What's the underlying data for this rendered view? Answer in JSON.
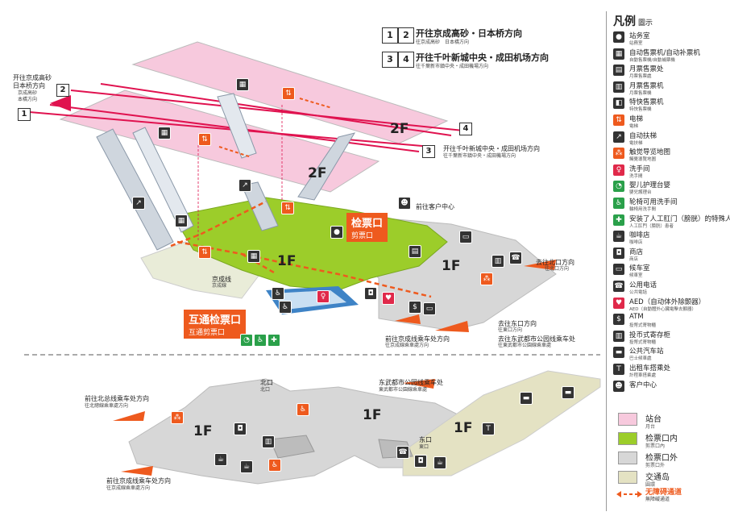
{
  "routes": {
    "r12": {
      "n1": "1",
      "n2": "2",
      "title": "开往京成高砂・日本桥方向",
      "sub": "往京成高砂　日本橋方向"
    },
    "r34": {
      "n1": "3",
      "n2": "4",
      "title": "开往千叶新城中央・成田机场方向",
      "sub": "往千葉新市鎮中央・成田機場方向"
    },
    "left_dir": {
      "l1": "开往京成高砂",
      "l2": "日本桥方向",
      "l3": "京成高砂",
      "l4": "本橋方向"
    },
    "right_dir": {
      "l1": "开往千叶新城中央・成田机场方向",
      "l2": "往千葉新市鎮中央・成田機場方向"
    },
    "track_left_1": "1",
    "track_left_2": "2",
    "track_right_3": "3",
    "track_right_4": "4"
  },
  "map": {
    "floor_2f_a": "2F",
    "floor_2f_b": "2F",
    "floor_1f_a": "1F",
    "floor_1f_b": "1F",
    "floor_1f_c": "1F",
    "floor_1f_d": "1F",
    "floor_1f_e": "1F",
    "ticket_gate": {
      "label": "检票口",
      "sub": "剪票口"
    },
    "transfer_gate": {
      "label": "互通检票口",
      "sub": "互通剪票口"
    },
    "keisei_line": {
      "l1": "京成线",
      "l2": "京成線"
    },
    "customer_center": "前往客户中心",
    "north_exit_dir": {
      "l1": "去往北口方向",
      "l2": "往北口方向"
    },
    "east_exit_dir": {
      "l1": "去往东口方向",
      "l2": "往東口方向"
    },
    "tobu_dir": {
      "l1": "去往东武都市公园线乘车处",
      "l2": "往東武都市公園線乘車處"
    },
    "keisei_platform_dir": {
      "l1": "前往京成线乘车处方向",
      "l2": "往京成線乘車處方向"
    },
    "north_exit": {
      "l1": "北口",
      "l2": "北口"
    },
    "tobu_platform": {
      "l1": "东武都市公园线乘车处",
      "l2": "東武都市公園線乘車處"
    },
    "hokuso_dir": {
      "l1": "前往北总线乘车处方向",
      "l2": "往北總線乘車處方向"
    },
    "east_exit": {
      "l1": "东口",
      "l2": "東口"
    },
    "keisei_platform_dir2": {
      "l1": "前往京成线乘车处方向",
      "l2": "往京成線乘車處方向"
    }
  },
  "legend": {
    "title": "凡例",
    "title_sub": "圖示",
    "items": [
      {
        "l1": "站务室",
        "l2": "站務室",
        "icon": "staff-icon"
      },
      {
        "l1": "自动售票机/自动补票机",
        "l2": "自動售票機/自動補票機",
        "icon": "ticket-machine-icon"
      },
      {
        "l1": "月票售票处",
        "l2": "月票售票處",
        "icon": "pass-office-icon"
      },
      {
        "l1": "月票售票机",
        "l2": "月票售票機",
        "icon": "pass-machine-icon"
      },
      {
        "l1": "特快售票机",
        "l2": "特快售票機",
        "icon": "express-ticket-icon"
      },
      {
        "l1": "电梯",
        "l2": "電梯",
        "icon": "elevator-icon"
      },
      {
        "l1": "自动扶梯",
        "l2": "電扶梯",
        "icon": "escalator-icon"
      },
      {
        "l1": "触觉导览地图",
        "l2": "觸覺導覽地圖",
        "icon": "tactile-map-icon"
      },
      {
        "l1": "洗手间",
        "l2": "洗手間",
        "icon": "restroom-icon"
      },
      {
        "l1": "婴儿护理台婴",
        "l2": "嬰兒護理台",
        "icon": "baby-care-icon"
      },
      {
        "l1": "轮椅可用洗手间",
        "l2": "輪椅用洗手間",
        "icon": "accessible-toilet-icon"
      },
      {
        "l1": "安装了人工肛门（膀胱）的特殊人群",
        "l2": "人工肛門（膀胱）患者",
        "icon": "ostomate-icon"
      },
      {
        "l1": "咖啡店",
        "l2": "咖啡店",
        "icon": "cafe-icon"
      },
      {
        "l1": "商店",
        "l2": "商店",
        "icon": "shop-icon"
      },
      {
        "l1": "候车室",
        "l2": "候車室",
        "icon": "waiting-room-icon"
      },
      {
        "l1": "公用电话",
        "l2": "公共電話",
        "icon": "phone-icon"
      },
      {
        "l1": "AED（自动体外除颤器）",
        "l2": "AED（自動體外心臟電擊去顫器）",
        "icon": "aed-icon"
      },
      {
        "l1": "ATM",
        "l2": "投幣式寄物櫃",
        "icon": "atm-icon"
      },
      {
        "l1": "投币式寄存柜",
        "l2": "投幣式寄物櫃",
        "icon": "locker-icon"
      },
      {
        "l1": "公共汽车站",
        "l2": "巴士候車處",
        "icon": "bus-icon"
      },
      {
        "l1": "出租车搭乘处",
        "l2": "計程車搭乘處",
        "icon": "taxi-icon"
      },
      {
        "l1": "客户中心",
        "l2": "",
        "icon": "customer-center-icon"
      }
    ],
    "swatches": [
      {
        "l1": "站台",
        "l2": "月台",
        "color": "#f7c9dd"
      },
      {
        "l1": "检票口内",
        "l2": "剪票口內",
        "color": "#9ccd2a"
      },
      {
        "l1": "检票口外",
        "l2": "剪票口外",
        "color": "#d7d7d7"
      },
      {
        "l1": "交通岛",
        "l2": "圓環",
        "color": "#e4e2c3"
      }
    ],
    "barrier_free": {
      "l1": "无障碍通道",
      "l2": "無障礙通道"
    }
  },
  "colors": {
    "platform": "#f7c9dd",
    "inside_gate": "#9ccd2a",
    "outside_gate": "#d7d7d7",
    "island": "#e4e2c3",
    "accent": "#ee5a1e",
    "rail": "#e0124f"
  }
}
